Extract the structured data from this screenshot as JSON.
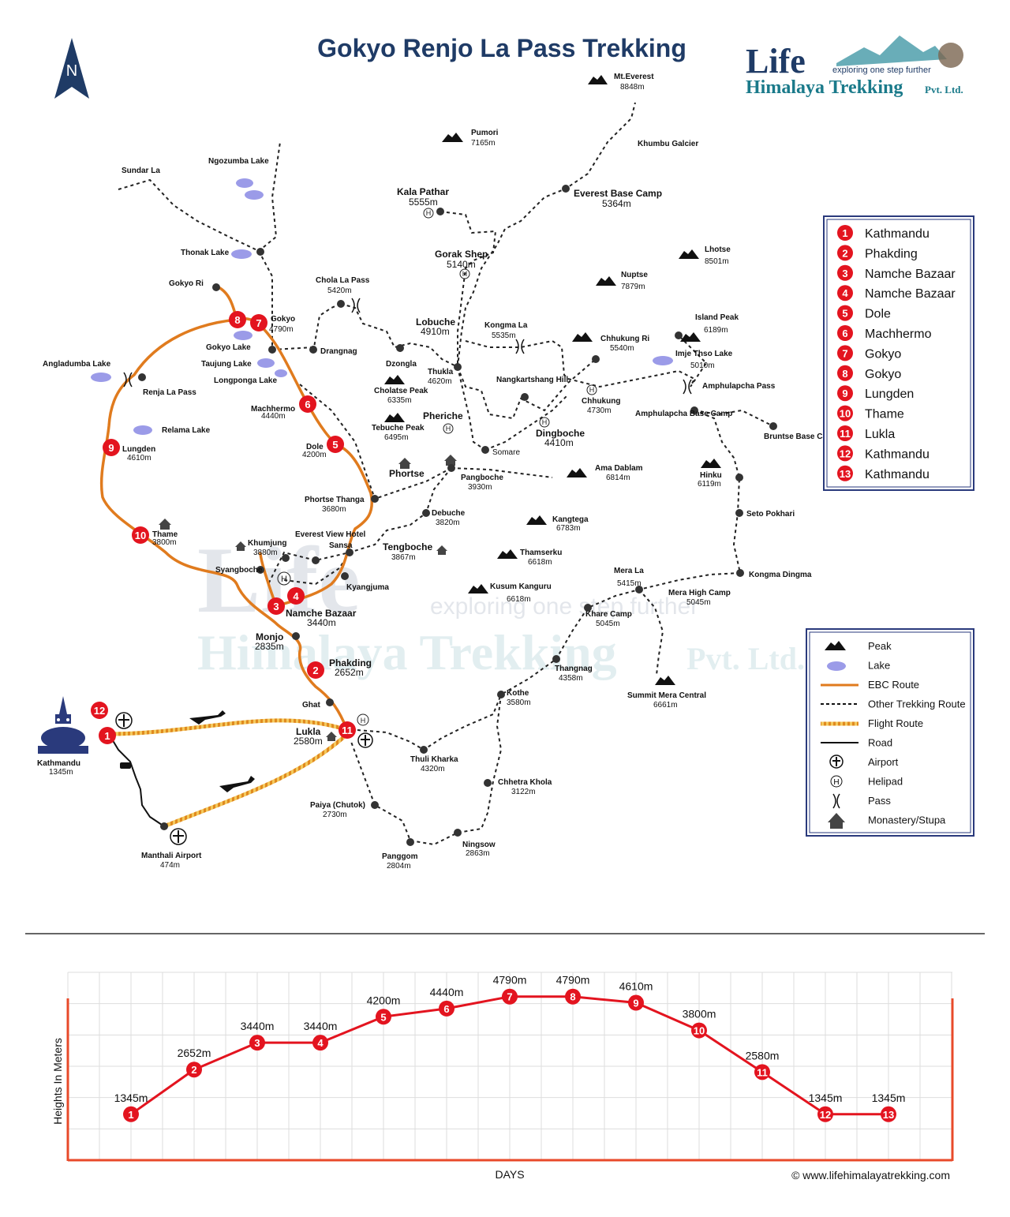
{
  "title": "Gokyo Renjo La Pass Trekking",
  "north_label": "N",
  "logo": {
    "brand_big": "Life",
    "tagline": "exploring one step further",
    "company": "Himalaya Trekking",
    "suffix": "Pvt. Ltd."
  },
  "colors": {
    "ebc_route": "#e07b1e",
    "stop_marker": "#e3141f",
    "legend_border": "#2a3a7c",
    "title_blue": "#1f3b66",
    "lake": "#9b9be8",
    "chart_line": "#e3141f",
    "chart_frame": "#e84a2a"
  },
  "stops_legend": [
    {
      "n": "1",
      "name": "Kathmandu"
    },
    {
      "n": "2",
      "name": "Phakding"
    },
    {
      "n": "3",
      "name": "Namche Bazaar"
    },
    {
      "n": "4",
      "name": "Namche Bazaar"
    },
    {
      "n": "5",
      "name": "Dole"
    },
    {
      "n": "6",
      "name": "Machhermo"
    },
    {
      "n": "7",
      "name": "Gokyo"
    },
    {
      "n": "8",
      "name": "Gokyo"
    },
    {
      "n": "9",
      "name": "Lungden"
    },
    {
      "n": "10",
      "name": "Thame"
    },
    {
      "n": "11",
      "name": "Lukla"
    },
    {
      "n": "12",
      "name": "Kathmandu"
    },
    {
      "n": "13",
      "name": "Kathmandu"
    }
  ],
  "symbol_legend": [
    {
      "icon": "peak-icon",
      "label": "Peak"
    },
    {
      "icon": "lake-icon",
      "label": "Lake"
    },
    {
      "icon": "ebc-route-line",
      "label": "EBC Route"
    },
    {
      "icon": "other-route-line",
      "label": "Other Trekking Route"
    },
    {
      "icon": "flight-route-line",
      "label": "Flight Route"
    },
    {
      "icon": "road-line",
      "label": "Road"
    },
    {
      "icon": "airport-icon",
      "label": "Airport"
    },
    {
      "icon": "helipad-icon",
      "label": "Helipad"
    },
    {
      "icon": "pass-icon",
      "label": "Pass"
    },
    {
      "icon": "monastery-icon",
      "label": "Monastery/Stupa"
    }
  ],
  "places": [
    {
      "name": "Mt.Everest",
      "elev": "8848m"
    },
    {
      "name": "Pumori",
      "elev": "7165m"
    },
    {
      "name": "Khumbu Galcier",
      "elev": ""
    },
    {
      "name": "Sundar La",
      "elev": ""
    },
    {
      "name": "Ngozumba Lake",
      "elev": ""
    },
    {
      "name": "Kala Pathar",
      "elev": "5555m"
    },
    {
      "name": "Everest Base Camp",
      "elev": "5364m"
    },
    {
      "name": "Thonak Lake",
      "elev": ""
    },
    {
      "name": "Gorak Shep",
      "elev": "5140m"
    },
    {
      "name": "Lhotse",
      "elev": "8501m"
    },
    {
      "name": "Nuptse",
      "elev": "7879m"
    },
    {
      "name": "Gokyo Ri",
      "elev": ""
    },
    {
      "name": "Chola La Pass",
      "elev": "5420m"
    },
    {
      "name": "Gokyo",
      "elev": "4790m"
    },
    {
      "name": "Lobuche",
      "elev": "4910m"
    },
    {
      "name": "Kongma La",
      "elev": "5535m"
    },
    {
      "name": "Chhukung Ri",
      "elev": "5540m"
    },
    {
      "name": "Island Peak",
      "elev": "6189m"
    },
    {
      "name": "Gokyo Lake",
      "elev": ""
    },
    {
      "name": "Drangnag",
      "elev": ""
    },
    {
      "name": "Imje Thso Lake",
      "elev": "5010m"
    },
    {
      "name": "Angladumba Lake",
      "elev": ""
    },
    {
      "name": "Taujung Lake",
      "elev": ""
    },
    {
      "name": "Dzongla",
      "elev": ""
    },
    {
      "name": "Thukla",
      "elev": "4620m"
    },
    {
      "name": "Nangkartshang Hill",
      "elev": ""
    },
    {
      "name": "Longponga Lake",
      "elev": ""
    },
    {
      "name": "Cholatse Peak",
      "elev": "6335m"
    },
    {
      "name": "Chhukung",
      "elev": "4730m"
    },
    {
      "name": "Amphulapcha Pass",
      "elev": ""
    },
    {
      "name": "Renja La Pass",
      "elev": ""
    },
    {
      "name": "Machhermo",
      "elev": "4440m"
    },
    {
      "name": "Pheriche",
      "elev": ""
    },
    {
      "name": "Amphulapcha Base Camp",
      "elev": ""
    },
    {
      "name": "Relama Lake",
      "elev": ""
    },
    {
      "name": "Tebuche Peak",
      "elev": "6495m"
    },
    {
      "name": "Dingboche",
      "elev": "4410m"
    },
    {
      "name": "Bruntse Base Camp",
      "elev": ""
    },
    {
      "name": "Lungden",
      "elev": "4610m"
    },
    {
      "name": "Dole",
      "elev": "4200m"
    },
    {
      "name": "Somare",
      "elev": ""
    },
    {
      "name": "Phortse",
      "elev": ""
    },
    {
      "name": "Pangboche",
      "elev": "3930m"
    },
    {
      "name": "Ama Dablam",
      "elev": "6814m"
    },
    {
      "name": "Hinku",
      "elev": "6119m"
    },
    {
      "name": "Phortse Thanga",
      "elev": "3680m"
    },
    {
      "name": "Debuche",
      "elev": "3820m"
    },
    {
      "name": "Seto Pokhari",
      "elev": ""
    },
    {
      "name": "Kangtega",
      "elev": "6783m"
    },
    {
      "name": "Thame",
      "elev": "3800m"
    },
    {
      "name": "Khumjung",
      "elev": "3880m"
    },
    {
      "name": "Everest View Hotel",
      "elev": ""
    },
    {
      "name": "Sansa",
      "elev": ""
    },
    {
      "name": "Tengboche",
      "elev": "3867m"
    },
    {
      "name": "Thamserku",
      "elev": "6618m"
    },
    {
      "name": "Syangboche",
      "elev": ""
    },
    {
      "name": "Kyangjuma",
      "elev": ""
    },
    {
      "name": "Mera La",
      "elev": "5415m"
    },
    {
      "name": "Kongma Dingma",
      "elev": ""
    },
    {
      "name": "Kusum Kanguru",
      "elev": "6618m"
    },
    {
      "name": "Mera High Camp",
      "elev": "5045m"
    },
    {
      "name": "Namche Bazaar",
      "elev": "3440m"
    },
    {
      "name": "Khare Camp",
      "elev": "5045m"
    },
    {
      "name": "Monjo",
      "elev": "2835m"
    },
    {
      "name": "Phakding",
      "elev": "2652m"
    },
    {
      "name": "Thangnag",
      "elev": "4358m"
    },
    {
      "name": "Summit Mera Central",
      "elev": "6661m"
    },
    {
      "name": "Kothe",
      "elev": "3580m"
    },
    {
      "name": "Ghat",
      "elev": ""
    },
    {
      "name": "Kathmandu",
      "elev": "1345m"
    },
    {
      "name": "Lukla",
      "elev": "2580m"
    },
    {
      "name": "Thuli Kharka",
      "elev": "4320m"
    },
    {
      "name": "Chhetra Khola",
      "elev": "3122m"
    },
    {
      "name": "Paiya (Chutok)",
      "elev": "2730m"
    },
    {
      "name": "Manthali Airport",
      "elev": "474m"
    },
    {
      "name": "Ningsow",
      "elev": "2863m"
    },
    {
      "name": "Panggom",
      "elev": "2804m"
    }
  ],
  "chart_data": {
    "type": "line",
    "title": "",
    "xlabel": "DAYS",
    "ylabel": "Heights In Meters",
    "categories": [
      "1",
      "2",
      "3",
      "4",
      "5",
      "6",
      "7",
      "8",
      "9",
      "10",
      "11",
      "12",
      "13"
    ],
    "values": [
      1345,
      2652,
      3440,
      3440,
      4200,
      4440,
      4790,
      4790,
      4610,
      3800,
      2580,
      1345,
      1345
    ],
    "value_labels": [
      "1345m",
      "2652m",
      "3440m",
      "3440m",
      "4200m",
      "4440m",
      "4790m",
      "4790m",
      "4610m",
      "3800m",
      "2580m",
      "1345m",
      "1345m"
    ],
    "ylim": [
      0,
      5500
    ],
    "grid": true
  },
  "footer": "© www.lifehimalayatrekking.com"
}
